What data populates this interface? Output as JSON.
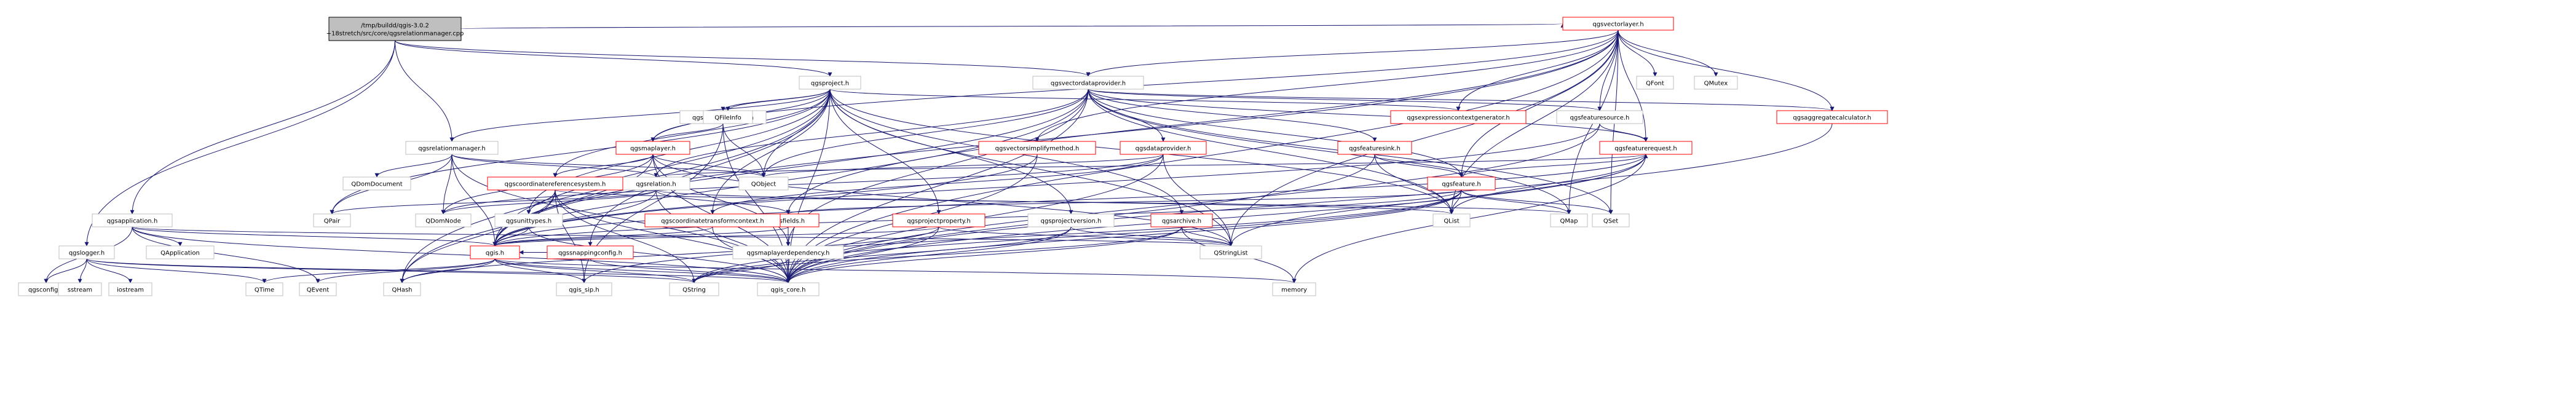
{
  "diagram": {
    "colors": {
      "root_fill": "#bfbfbf",
      "node_fill": "#ffffff",
      "node_stroke": "#000000",
      "link_stroke": "#ff0000",
      "plain_stroke": "#bfbfbf",
      "edge": "#191970",
      "text": "#000000"
    },
    "nodes": [
      {
        "id": "root",
        "lines": [
          "/tmp/buildd/qgis-3.0.2",
          "+18stretch/src/core/qgsrelationmanager.cpp"
        ],
        "style": "root"
      },
      {
        "id": "qgsvectorlayer",
        "lines": [
          "qgsvectorlayer.h"
        ],
        "style": "link"
      },
      {
        "id": "qgsproject",
        "lines": [
          "qgsproject.h"
        ],
        "style": "plain"
      },
      {
        "id": "qgsvectordataprovider",
        "lines": [
          "qgsvectordataprovider.h"
        ],
        "style": "plain"
      },
      {
        "id": "qgsmaplayerstore",
        "lines": [
          "qgsmaplayerstore.h"
        ],
        "style": "plain"
      },
      {
        "id": "qgsmaplayer",
        "lines": [
          "qgsmaplayer.h"
        ],
        "style": "link"
      },
      {
        "id": "qgsrelationmanager",
        "lines": [
          "qgsrelationmanager.h"
        ],
        "style": "plain"
      },
      {
        "id": "qgsrelation",
        "lines": [
          "qgsrelation.h"
        ],
        "style": "plain"
      },
      {
        "id": "qgscoordinatereferencesystem",
        "lines": [
          "qgscoordinatereferencesystem.h"
        ],
        "style": "link"
      },
      {
        "id": "qgsvectorsimplifymethod",
        "lines": [
          "qgsvectorsimplifymethod.h"
        ],
        "style": "link"
      },
      {
        "id": "qgsdataprovider",
        "lines": [
          "qgsdataprovider.h"
        ],
        "style": "link"
      },
      {
        "id": "qgsfeaturesink",
        "lines": [
          "qgsfeaturesink.h"
        ],
        "style": "link"
      },
      {
        "id": "qgsfeaturesource",
        "lines": [
          "qgsfeaturesource.h"
        ],
        "style": "plain"
      },
      {
        "id": "qgsfeaturerequest",
        "lines": [
          "qgsfeaturerequest.h"
        ],
        "style": "link"
      },
      {
        "id": "qgsfeature",
        "lines": [
          "qgsfeature.h"
        ],
        "style": "link"
      },
      {
        "id": "qgsexpressioncontextgenerator",
        "lines": [
          "qgsexpressioncontextgenerator.h"
        ],
        "style": "link"
      },
      {
        "id": "qgsaggregatecalculator",
        "lines": [
          "qgsaggregatecalculator.h"
        ],
        "style": "link"
      },
      {
        "id": "qgsfields",
        "lines": [
          "qgsfields.h"
        ],
        "style": "link"
      },
      {
        "id": "qgsarchive",
        "lines": [
          "qgsarchive.h"
        ],
        "style": "link"
      },
      {
        "id": "qgsprojectproperty",
        "lines": [
          "qgsprojectproperty.h"
        ],
        "style": "link"
      },
      {
        "id": "qgscoordinatetransformcontext",
        "lines": [
          "qgscoordinatetransformcontext.h"
        ],
        "style": "link"
      },
      {
        "id": "qgsprojectversion",
        "lines": [
          "qgsprojectversion.h"
        ],
        "style": "plain"
      },
      {
        "id": "qgsunittypes",
        "lines": [
          "qgsunittypes.h"
        ],
        "style": "plain"
      },
      {
        "id": "qgssnappingconfig",
        "lines": [
          "qgssnappingconfig.h"
        ],
        "style": "link"
      },
      {
        "id": "qgsmaplayerdependency",
        "lines": [
          "qgsmaplayerdependency.h"
        ],
        "style": "plain"
      },
      {
        "id": "qgsapplication",
        "lines": [
          "qgsapplication.h"
        ],
        "style": "plain"
      },
      {
        "id": "qgslogger",
        "lines": [
          "qgslogger.h"
        ],
        "style": "plain"
      },
      {
        "id": "qgis",
        "lines": [
          "qgis.h"
        ],
        "style": "link"
      },
      {
        "id": "qgis_core",
        "lines": [
          "qgis_core.h"
        ],
        "style": "plain"
      },
      {
        "id": "qgis_sip",
        "lines": [
          "qgis_sip.h"
        ],
        "style": "plain"
      },
      {
        "id": "qgsconfig",
        "lines": [
          "qgsconfig.h"
        ],
        "style": "plain"
      },
      {
        "id": "QFont",
        "lines": [
          "QFont"
        ],
        "style": "plain"
      },
      {
        "id": "QMutex",
        "lines": [
          "QMutex"
        ],
        "style": "plain"
      },
      {
        "id": "QFileInfo",
        "lines": [
          "QFileInfo"
        ],
        "style": "plain"
      },
      {
        "id": "QObject",
        "lines": [
          "QObject"
        ],
        "style": "plain"
      },
      {
        "id": "QPair",
        "lines": [
          "QPair"
        ],
        "style": "plain"
      },
      {
        "id": "QDomDocument",
        "lines": [
          "QDomDocument"
        ],
        "style": "plain"
      },
      {
        "id": "QDomNode",
        "lines": [
          "QDomNode"
        ],
        "style": "plain"
      },
      {
        "id": "QMap",
        "lines": [
          "QMap"
        ],
        "style": "plain"
      },
      {
        "id": "QSet",
        "lines": [
          "QSet"
        ],
        "style": "plain"
      },
      {
        "id": "QList",
        "lines": [
          "QList"
        ],
        "style": "plain"
      },
      {
        "id": "QStringList",
        "lines": [
          "QStringList"
        ],
        "style": "plain"
      },
      {
        "id": "QString",
        "lines": [
          "QString"
        ],
        "style": "plain"
      },
      {
        "id": "QHash",
        "lines": [
          "QHash"
        ],
        "style": "plain"
      },
      {
        "id": "QTime",
        "lines": [
          "QTime"
        ],
        "style": "plain"
      },
      {
        "id": "QEvent",
        "lines": [
          "QEvent"
        ],
        "style": "plain"
      },
      {
        "id": "QApplication",
        "lines": [
          "QApplication"
        ],
        "style": "plain"
      },
      {
        "id": "sstream",
        "lines": [
          "sstream"
        ],
        "style": "plain"
      },
      {
        "id": "iostream",
        "lines": [
          "iostream"
        ],
        "style": "plain"
      },
      {
        "id": "memory",
        "lines": [
          "memory"
        ],
        "style": "plain"
      }
    ],
    "edges": [
      [
        "root",
        "qgsvectorlayer"
      ],
      [
        "root",
        "qgsproject"
      ],
      [
        "root",
        "qgsrelationmanager"
      ],
      [
        "root",
        "qgsapplication"
      ],
      [
        "root",
        "qgslogger"
      ],
      [
        "root",
        "qgsvectordataprovider"
      ],
      [
        "qgsvectorlayer",
        "qgis_core"
      ],
      [
        "qgsvectorlayer",
        "QFont"
      ],
      [
        "qgsvectorlayer",
        "QMutex"
      ],
      [
        "qgsvectorlayer",
        "qgsvectordataprovider"
      ],
      [
        "qgsvectorlayer",
        "qgsmaplayer"
      ],
      [
        "qgsvectorlayer",
        "qgsfeature"
      ],
      [
        "qgsvectorlayer",
        "qgsfeaturerequest"
      ],
      [
        "qgsvectorlayer",
        "qgsfeaturesource"
      ],
      [
        "qgsvectorlayer",
        "qgsexpressioncontextgenerator"
      ],
      [
        "qgsvectorlayer",
        "qgsaggregatecalculator"
      ],
      [
        "qgsvectorlayer",
        "qgsfields"
      ],
      [
        "qgsvectorlayer",
        "qgsvectorsimplifymethod"
      ],
      [
        "qgsvectorlayer",
        "QSet"
      ],
      [
        "qgsvectorlayer",
        "QMap"
      ],
      [
        "qgsvectorlayer",
        "QList"
      ],
      [
        "qgsvectorlayer",
        "QStringList"
      ],
      [
        "qgsvectorlayer",
        "qgis"
      ],
      [
        "qgsproject",
        "qgis_core"
      ],
      [
        "qgsproject",
        "qgis"
      ],
      [
        "qgsproject",
        "QList"
      ],
      [
        "qgsproject",
        "QObject"
      ],
      [
        "qgsproject",
        "QPair"
      ],
      [
        "qgsproject",
        "QFileInfo"
      ],
      [
        "qgsproject",
        "QStringList"
      ],
      [
        "qgsproject",
        "qgsmaplayerstore"
      ],
      [
        "qgsproject",
        "qgsarchive"
      ],
      [
        "qgsproject",
        "qgsprojectproperty"
      ],
      [
        "qgsproject",
        "qgsmaplayer"
      ],
      [
        "qgsproject",
        "qgscoordinatereferencesystem"
      ],
      [
        "qgsproject",
        "qgscoordinatetransformcontext"
      ],
      [
        "qgsproject",
        "qgsprojectversion"
      ],
      [
        "qgsproject",
        "qgssnappingconfig"
      ],
      [
        "qgsproject",
        "qgsrelationmanager"
      ],
      [
        "qgsproject",
        "qgsexpressioncontextgenerator"
      ],
      [
        "qgsproject",
        "qgsunittypes"
      ],
      [
        "qgsproject",
        "QHash"
      ],
      [
        "qgsvectordataprovider",
        "qgis_core"
      ],
      [
        "qgsvectordataprovider",
        "qgis"
      ],
      [
        "qgsvectordataprovider",
        "QObject"
      ],
      [
        "qgsvectordataprovider",
        "QSet"
      ],
      [
        "qgsvectordataprovider",
        "QMap"
      ],
      [
        "qgsvectordataprovider",
        "QHash"
      ],
      [
        "qgsvectordataprovider",
        "QList"
      ],
      [
        "qgsvectordataprovider",
        "qgsdataprovider"
      ],
      [
        "qgsvectordataprovider",
        "qgsfeature"
      ],
      [
        "qgsvectordataprovider",
        "qgsaggregatecalculator"
      ],
      [
        "qgsvectordataprovider",
        "qgsmaplayerdependency"
      ],
      [
        "qgsvectordataprovider",
        "qgsrelation"
      ],
      [
        "qgsvectordataprovider",
        "qgsfeaturesink"
      ],
      [
        "qgsvectordataprovider",
        "qgsfeaturesource"
      ],
      [
        "qgsvectordataprovider",
        "qgsfeaturerequest"
      ],
      [
        "qgsmaplayerstore",
        "qgis_core"
      ],
      [
        "qgsmaplayerstore",
        "qgis_sip"
      ],
      [
        "qgsmaplayerstore",
        "qgsmaplayer"
      ],
      [
        "qgsmaplayerstore",
        "QObject"
      ],
      [
        "qgsmaplayer",
        "qgis_core"
      ],
      [
        "qgsmaplayer",
        "qgis"
      ],
      [
        "qgsmaplayer",
        "QObject"
      ],
      [
        "qgsmaplayer",
        "QDomNode"
      ],
      [
        "qgsmaplayer",
        "qgscoordinatereferencesystem"
      ],
      [
        "qgsmaplayer",
        "qgsmaplayerdependency"
      ],
      [
        "qgsmaplayer",
        "QStringList"
      ],
      [
        "qgsrelationmanager",
        "qgis_core"
      ],
      [
        "qgsrelationmanager",
        "QObject"
      ],
      [
        "qgsrelationmanager",
        "QPair"
      ],
      [
        "qgsrelationmanager",
        "QDomNode"
      ],
      [
        "qgsrelationmanager",
        "QDomDocument"
      ],
      [
        "qgsrelationmanager",
        "qgsrelation"
      ],
      [
        "qgsrelationmanager",
        "qgis"
      ],
      [
        "qgsrelation",
        "QList"
      ],
      [
        "qgsrelation",
        "QDomNode"
      ],
      [
        "qgsrelation",
        "QPair"
      ],
      [
        "qgsrelation",
        "qgis_core"
      ],
      [
        "qgsrelation",
        "qgsfields"
      ],
      [
        "qgsrelation",
        "qgis"
      ],
      [
        "qgsrelation",
        "qgsfeaturerequest"
      ],
      [
        "qgscoordinatereferencesystem",
        "qgis_core"
      ],
      [
        "qgscoordinatereferencesystem",
        "qgis_sip"
      ],
      [
        "qgscoordinatereferencesystem",
        "QString"
      ],
      [
        "qgscoordinatereferencesystem",
        "QMap"
      ],
      [
        "qgscoordinatereferencesystem",
        "QHash"
      ],
      [
        "qgscoordinatereferencesystem",
        "qgsunittypes"
      ],
      [
        "qgscoordinatereferencesystem",
        "qgis"
      ],
      [
        "qgsvectorsimplifymethod",
        "qgis_core"
      ],
      [
        "qgsvectorsimplifymethod",
        "qgis"
      ],
      [
        "qgsdataprovider",
        "qgis_core"
      ],
      [
        "qgsdataprovider",
        "QDomNode"
      ],
      [
        "qgsdataprovider",
        "QStringList"
      ],
      [
        "qgsdataprovider",
        "QObject"
      ],
      [
        "qgsdataprovider",
        "qgscoordinatetransformcontext"
      ],
      [
        "qgsfeaturesink",
        "QList"
      ],
      [
        "qgsfeaturesink",
        "qgis_core"
      ],
      [
        "qgsfeaturesink",
        "qgsfeature"
      ],
      [
        "qgsfeaturesource",
        "qgis_core"
      ],
      [
        "qgsfeaturesource",
        "qgsfeaturerequest"
      ],
      [
        "qgsfeaturesource",
        "qgis"
      ],
      [
        "qgsfeaturerequest",
        "qgis_core"
      ],
      [
        "qgsfeaturerequest",
        "QList"
      ],
      [
        "qgsfeaturerequest",
        "QStringList"
      ],
      [
        "qgsfeaturerequest",
        "qgsfeature"
      ],
      [
        "qgsfeaturerequest",
        "memory"
      ],
      [
        "qgsfeaturerequest",
        "qgis"
      ],
      [
        "qgsfeature",
        "qgis_core"
      ],
      [
        "qgsfeature",
        "QMap"
      ],
      [
        "qgsfeature",
        "QString"
      ],
      [
        "qgsfeature",
        "QList"
      ],
      [
        "qgsfeature",
        "QSet"
      ],
      [
        "qgsfeature",
        "qgsfields"
      ],
      [
        "qgsfeature",
        "qgis_sip"
      ],
      [
        "qgsfeature",
        "qgis"
      ],
      [
        "qgsaggregatecalculator",
        "qgis_core"
      ],
      [
        "qgsfields",
        "qgis_core"
      ],
      [
        "qgsfields",
        "qgis"
      ],
      [
        "qgsarchive",
        "qgis_core"
      ],
      [
        "qgsarchive",
        "QStringList"
      ],
      [
        "qgsarchive",
        "memory"
      ],
      [
        "qgsarchive",
        "QString"
      ],
      [
        "qgsprojectproperty",
        "QHash"
      ],
      [
        "qgsprojectproperty",
        "QStringList"
      ],
      [
        "qgsprojectproperty",
        "qgis_core"
      ],
      [
        "qgsprojectproperty",
        "qgis"
      ],
      [
        "qgscoordinatetransformcontext",
        "qgis_core"
      ],
      [
        "qgscoordinatetransformcontext",
        "qgis"
      ],
      [
        "qgsprojectversion",
        "QString"
      ],
      [
        "qgsprojectversion",
        "QStringList"
      ],
      [
        "qgsprojectversion",
        "qgis_core"
      ],
      [
        "qgsunittypes",
        "qgis_core"
      ],
      [
        "qgsunittypes",
        "qgis"
      ],
      [
        "qgssnappingconfig",
        "qgis_core"
      ],
      [
        "qgssnappingconfig",
        "qgis"
      ],
      [
        "qgsmaplayerdependency",
        "qgis_core"
      ],
      [
        "qgsmaplayerdependency",
        "QString"
      ],
      [
        "qgsapplication",
        "qgis_core"
      ],
      [
        "qgsapplication",
        "QApplication"
      ],
      [
        "qgsapplication",
        "QEvent"
      ],
      [
        "qgsapplication",
        "QStringList"
      ],
      [
        "qgsapplication",
        "qgsconfig"
      ],
      [
        "qgsapplication",
        "qgis"
      ],
      [
        "qgslogger",
        "qgis_core"
      ],
      [
        "qgslogger",
        "sstream"
      ],
      [
        "qgslogger",
        "iostream"
      ],
      [
        "qgslogger",
        "QString"
      ],
      [
        "qgslogger",
        "QTime"
      ],
      [
        "qgslogger",
        "qgsconfig"
      ],
      [
        "qgis",
        "qgis_core"
      ],
      [
        "qgis",
        "qgis_sip"
      ],
      [
        "qgis",
        "QTime"
      ],
      [
        "qgis",
        "QEvent"
      ],
      [
        "qgis",
        "QString"
      ],
      [
        "qgis",
        "QHash"
      ],
      [
        "qgis",
        "memory"
      ]
    ]
  }
}
